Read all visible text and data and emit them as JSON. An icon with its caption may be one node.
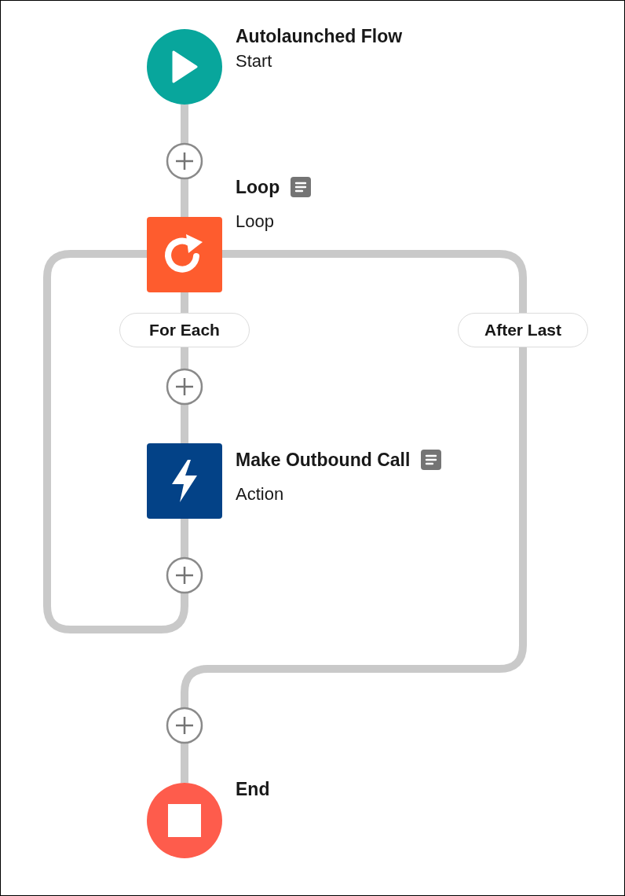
{
  "diagram": {
    "nodes": [
      {
        "text": [
          "Autolaunched Flow",
          "Start"
        ]
      },
      {
        "text": [
          "Loop",
          "Loop"
        ]
      },
      {
        "text": [
          "Make Outbound Call",
          "Action"
        ]
      },
      {
        "text": [
          "End"
        ]
      }
    ],
    "edges": [
      {
        "from": 0,
        "to": 1,
        "arrow": "none"
      },
      {
        "from": 1,
        "to": 2,
        "arrow": "none",
        "label": "For Each"
      },
      {
        "from": 2,
        "to": 1,
        "arrow": "none"
      },
      {
        "from": 1,
        "to": 3,
        "arrow": "none",
        "label": "After Last"
      }
    ]
  }
}
